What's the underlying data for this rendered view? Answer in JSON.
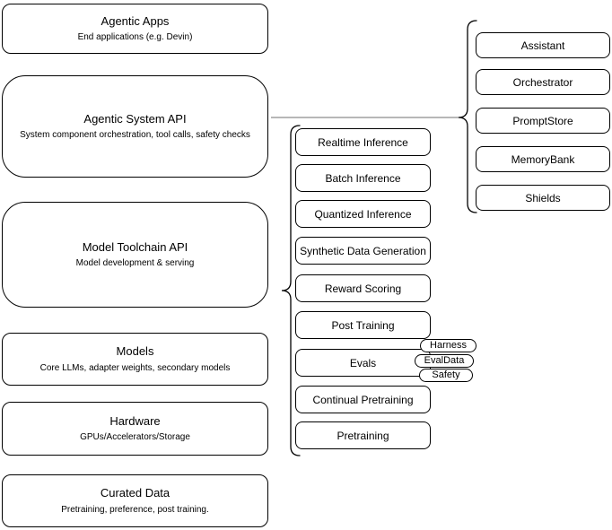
{
  "colors": {
    "border": "#000000",
    "background": "#ffffff",
    "connector": "#8c8c8c"
  },
  "left_stack": {
    "boxes": [
      {
        "title": "Agentic Apps",
        "subtitle": "End applications (e.g. Devin)"
      },
      {
        "title": "Agentic System API",
        "subtitle": "System component orchestration, tool calls, safety checks"
      },
      {
        "title": "Model Toolchain API",
        "subtitle": "Model development & serving"
      },
      {
        "title": "Models",
        "subtitle": "Core LLMs, adapter weights, secondary models"
      },
      {
        "title": "Hardware",
        "subtitle": "GPUs/Accelerators/Storage"
      },
      {
        "title": "Curated Data",
        "subtitle": "Pretraining, preference, post training."
      }
    ]
  },
  "toolchain_group": {
    "items": [
      "Realtime Inference",
      "Batch Inference",
      "Quantized Inference",
      "Synthetic Data Generation",
      "Reward Scoring",
      "Post Training",
      "Evals",
      "Continual Pretraining",
      "Pretraining"
    ]
  },
  "evals_badges": {
    "items": [
      "Harness",
      "EvalData",
      "Safety"
    ]
  },
  "system_components_group": {
    "items": [
      "Assistant",
      "Orchestrator",
      "PromptStore",
      "MemoryBank",
      "Shields"
    ]
  }
}
